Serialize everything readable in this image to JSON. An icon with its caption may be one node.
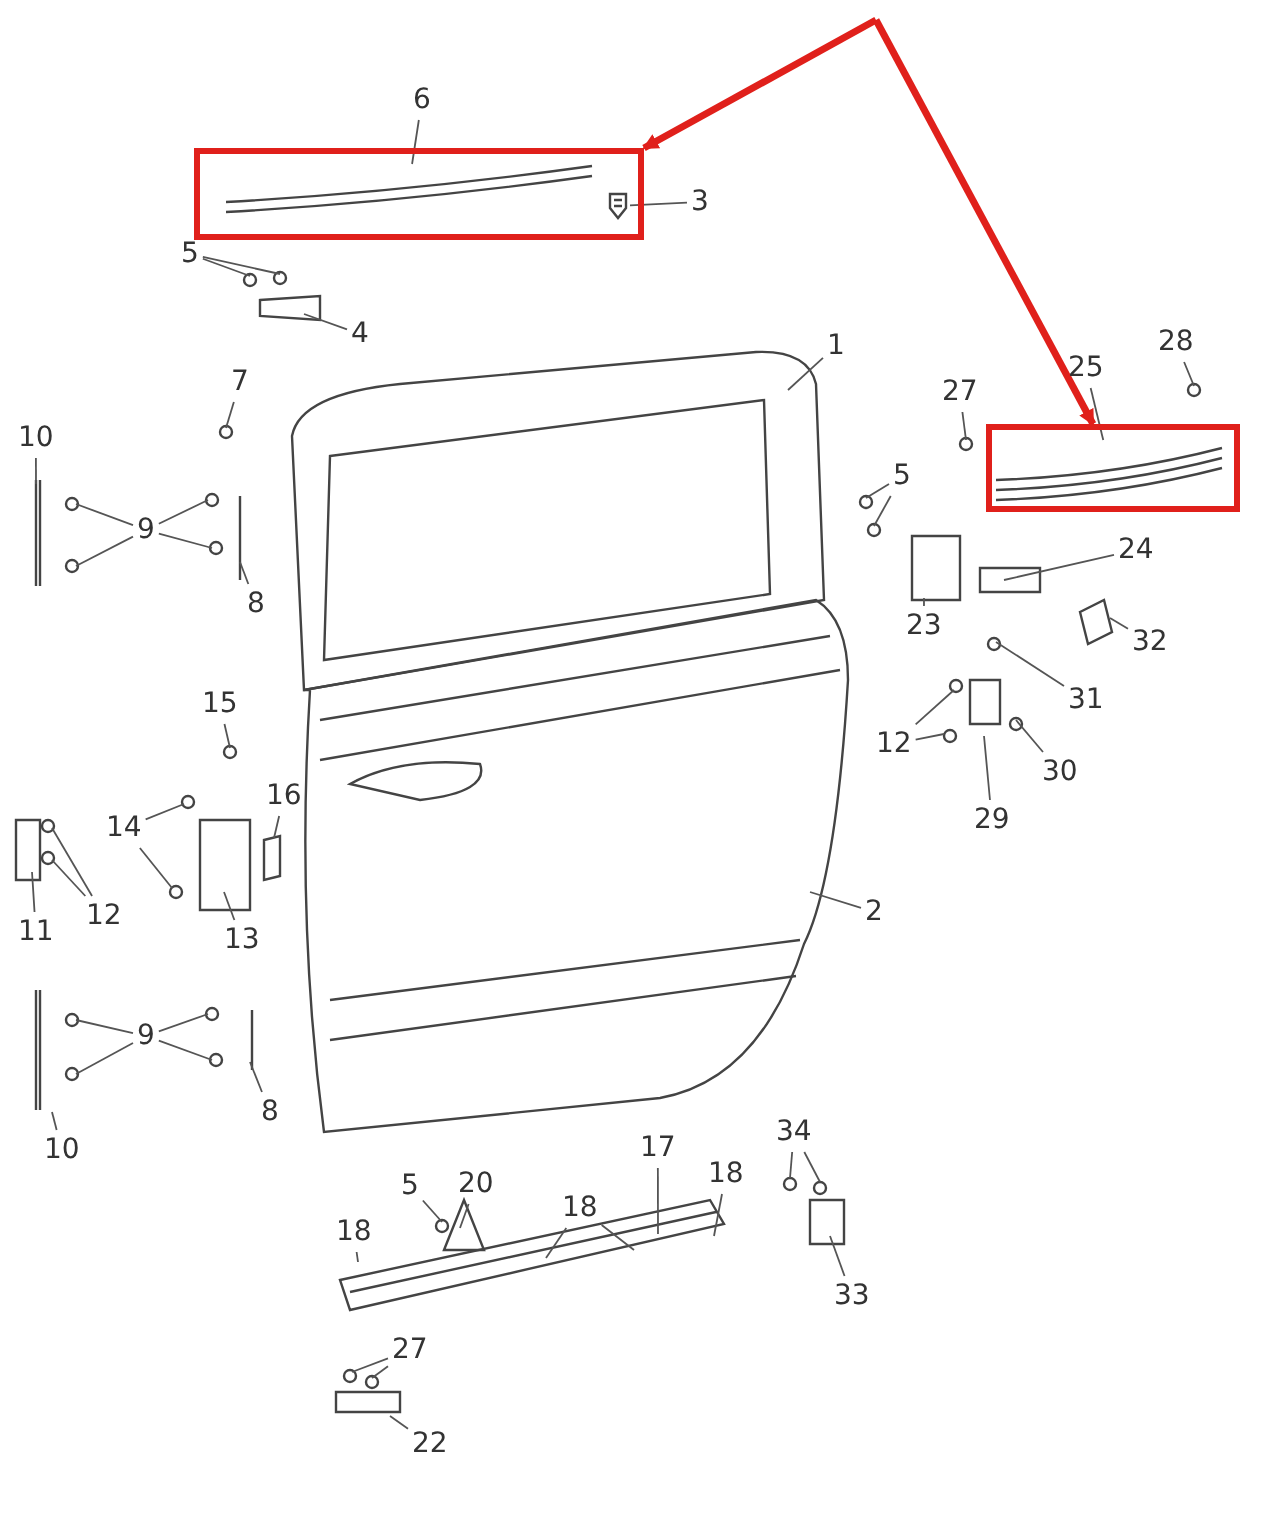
{
  "diagram": {
    "nodes": [
      {
        "text": [],
        "shape": "box"
      },
      {
        "text": [],
        "shape": "box"
      },
      {
        "text": [
          "6"
        ]
      },
      {
        "text": [
          "3"
        ]
      },
      {
        "text": [
          "5"
        ]
      },
      {
        "text": [
          "4"
        ]
      },
      {
        "text": [
          "1"
        ]
      },
      {
        "text": [
          "28"
        ]
      },
      {
        "text": [
          "25"
        ]
      },
      {
        "text": [
          "7"
        ]
      },
      {
        "text": [
          "27"
        ]
      },
      {
        "text": [
          "10"
        ]
      },
      {
        "text": [
          "5"
        ]
      },
      {
        "text": [
          "9"
        ]
      },
      {
        "text": [
          "24"
        ]
      },
      {
        "text": [
          "8"
        ]
      },
      {
        "text": [
          "23"
        ]
      },
      {
        "text": [
          "32"
        ]
      },
      {
        "text": [
          "31"
        ]
      },
      {
        "text": [
          "15"
        ]
      },
      {
        "text": [
          "12"
        ]
      },
      {
        "text": [
          "30"
        ]
      },
      {
        "text": [
          "29"
        ]
      },
      {
        "text": [
          "16"
        ]
      },
      {
        "text": [
          "14"
        ]
      },
      {
        "text": [
          "12"
        ]
      },
      {
        "text": [
          "2"
        ]
      },
      {
        "text": [
          "11"
        ]
      },
      {
        "text": [
          "13"
        ]
      },
      {
        "text": [
          "9"
        ]
      },
      {
        "text": [
          "8"
        ]
      },
      {
        "text": [
          "10"
        ]
      },
      {
        "text": [
          "34"
        ]
      },
      {
        "text": [
          "17"
        ]
      },
      {
        "text": [
          "5"
        ]
      },
      {
        "text": [
          "20"
        ]
      },
      {
        "text": [
          "18"
        ]
      },
      {
        "text": [
          "18"
        ]
      },
      {
        "text": [
          "18"
        ]
      },
      {
        "text": [
          "33"
        ]
      },
      {
        "text": [
          "27"
        ]
      },
      {
        "text": [
          "22"
        ]
      },
      {
        "text": [],
        "shape": "picture",
        "in": 0
      },
      {
        "text": [],
        "shape": "picture",
        "in": 0
      },
      {
        "text": [],
        "shape": "picture",
        "in": 1
      }
    ],
    "edges": [
      {
        "from": null,
        "to": 0,
        "arrow": "to",
        "style": "thick",
        "color": "#e0201b"
      },
      {
        "from": null,
        "to": 1,
        "arrow": "to",
        "style": "thick",
        "color": "#e0201b"
      },
      {
        "from": 2,
        "to": 42,
        "arrow": "none"
      },
      {
        "from": 3,
        "to": 43,
        "arrow": "none"
      },
      {
        "from": 4,
        "to": null,
        "arrow": "none"
      },
      {
        "from": 4,
        "to": null,
        "arrow": "none"
      },
      {
        "from": 5,
        "to": null,
        "arrow": "none"
      },
      {
        "from": 6,
        "to": null,
        "arrow": "none"
      },
      {
        "from": 7,
        "to": null,
        "arrow": "none"
      },
      {
        "from": 8,
        "to": 44,
        "arrow": "none"
      },
      {
        "from": 9,
        "to": null,
        "arrow": "none"
      },
      {
        "from": 10,
        "to": null,
        "arrow": "none"
      },
      {
        "from": 11,
        "to": null,
        "arrow": "none"
      },
      {
        "from": 12,
        "to": null,
        "arrow": "none"
      },
      {
        "from": 12,
        "to": null,
        "arrow": "none"
      },
      {
        "from": 13,
        "to": null,
        "arrow": "none"
      },
      {
        "from": 13,
        "to": null,
        "arrow": "none"
      },
      {
        "from": 13,
        "to": null,
        "arrow": "none"
      },
      {
        "from": 13,
        "to": null,
        "arrow": "none"
      },
      {
        "from": 14,
        "to": null,
        "arrow": "none"
      },
      {
        "from": 15,
        "to": null,
        "arrow": "none"
      },
      {
        "from": 16,
        "to": null,
        "arrow": "none"
      },
      {
        "from": 17,
        "to": null,
        "arrow": "none"
      },
      {
        "from": 18,
        "to": null,
        "arrow": "none"
      },
      {
        "from": 19,
        "to": null,
        "arrow": "none"
      },
      {
        "from": 20,
        "to": null,
        "arrow": "none"
      },
      {
        "from": 20,
        "to": null,
        "arrow": "none"
      },
      {
        "from": 21,
        "to": null,
        "arrow": "none"
      },
      {
        "from": 22,
        "to": null,
        "arrow": "none"
      },
      {
        "from": 23,
        "to": null,
        "arrow": "none"
      },
      {
        "from": 24,
        "to": null,
        "arrow": "none"
      },
      {
        "from": 24,
        "to": null,
        "arrow": "none"
      },
      {
        "from": 25,
        "to": null,
        "arrow": "none"
      },
      {
        "from": 25,
        "to": null,
        "arrow": "none"
      },
      {
        "from": 26,
        "to": null,
        "arrow": "none"
      },
      {
        "from": 27,
        "to": null,
        "arrow": "none"
      },
      {
        "from": 28,
        "to": null,
        "arrow": "none"
      },
      {
        "from": 29,
        "to": null,
        "arrow": "none"
      },
      {
        "from": 29,
        "to": null,
        "arrow": "none"
      },
      {
        "from": 29,
        "to": null,
        "arrow": "none"
      },
      {
        "from": 29,
        "to": null,
        "arrow": "none"
      },
      {
        "from": 30,
        "to": null,
        "arrow": "none"
      },
      {
        "from": 31,
        "to": null,
        "arrow": "none"
      },
      {
        "from": 32,
        "to": null,
        "arrow": "none"
      },
      {
        "from": 32,
        "to": null,
        "arrow": "none"
      },
      {
        "from": 33,
        "to": null,
        "arrow": "none"
      },
      {
        "from": 34,
        "to": null,
        "arrow": "none"
      },
      {
        "from": 35,
        "to": null,
        "arrow": "none"
      },
      {
        "from": 36,
        "to": null,
        "arrow": "none"
      },
      {
        "from": 37,
        "to": null,
        "arrow": "none"
      },
      {
        "from": 37,
        "to": null,
        "arrow": "none"
      },
      {
        "from": 38,
        "to": null,
        "arrow": "none"
      },
      {
        "from": 39,
        "to": null,
        "arrow": "none"
      },
      {
        "from": 40,
        "to": null,
        "arrow": "none"
      },
      {
        "from": 40,
        "to": null,
        "arrow": "none"
      },
      {
        "from": 41,
        "to": null,
        "arrow": "none"
      }
    ]
  }
}
